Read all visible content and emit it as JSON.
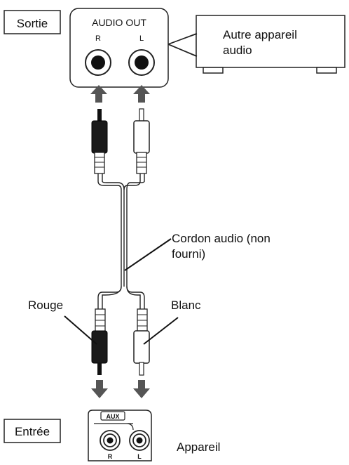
{
  "labels": {
    "output": "Sortie",
    "input": "Entrée",
    "audio_out": "AUDIO OUT",
    "jack_r": "R",
    "jack_l": "L",
    "other_device_line1": "Autre appareil",
    "other_device_line2": "audio",
    "cable_line1": "Cordon audio (non",
    "cable_line2": "fourni)",
    "red": "Rouge",
    "white": "Blanc",
    "aux": "AUX",
    "aux_r": "R",
    "aux_l": "L",
    "device": "Appareil"
  }
}
